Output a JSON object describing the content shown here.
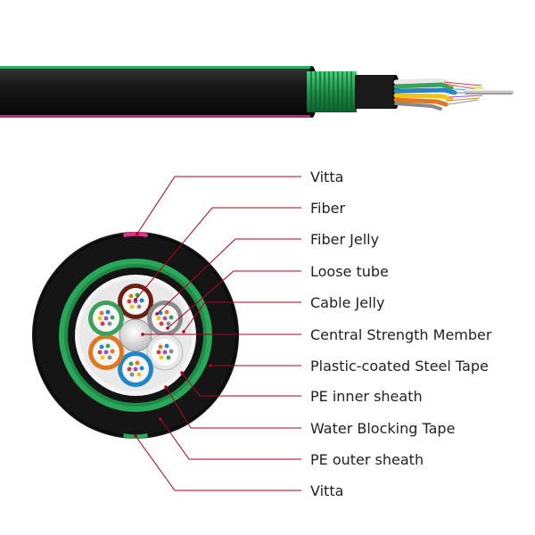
{
  "labels": {
    "vitta_top": "Vitta",
    "fiber": "Fiber",
    "fiber_jelly": "Fiber Jelly",
    "loose_tube": "Loose tube",
    "cable_jelly": "Cable Jelly",
    "central_strength_member": "Central Strength Member",
    "plastic_coated_steel_tape": "Plastic-coated Steel Tape",
    "pe_inner_sheath": "PE inner sheath",
    "water_blocking_tape": "Water Blocking Tape",
    "pe_outer_sheath": "PE outer sheath",
    "vitta_bottom": "Vitta"
  },
  "colors": {
    "outer_sheath": "#141414",
    "armor": "#2aa85a",
    "vitta": "#e0338f",
    "leader_line": "#b00018",
    "tube_brown": "#6a1e14",
    "tube_gray": "#8a8a8a",
    "tube_white": "#f2f2f2",
    "tube_blue": "#1f86c9",
    "tube_orange": "#e07820",
    "tube_green": "#3aa05a"
  }
}
